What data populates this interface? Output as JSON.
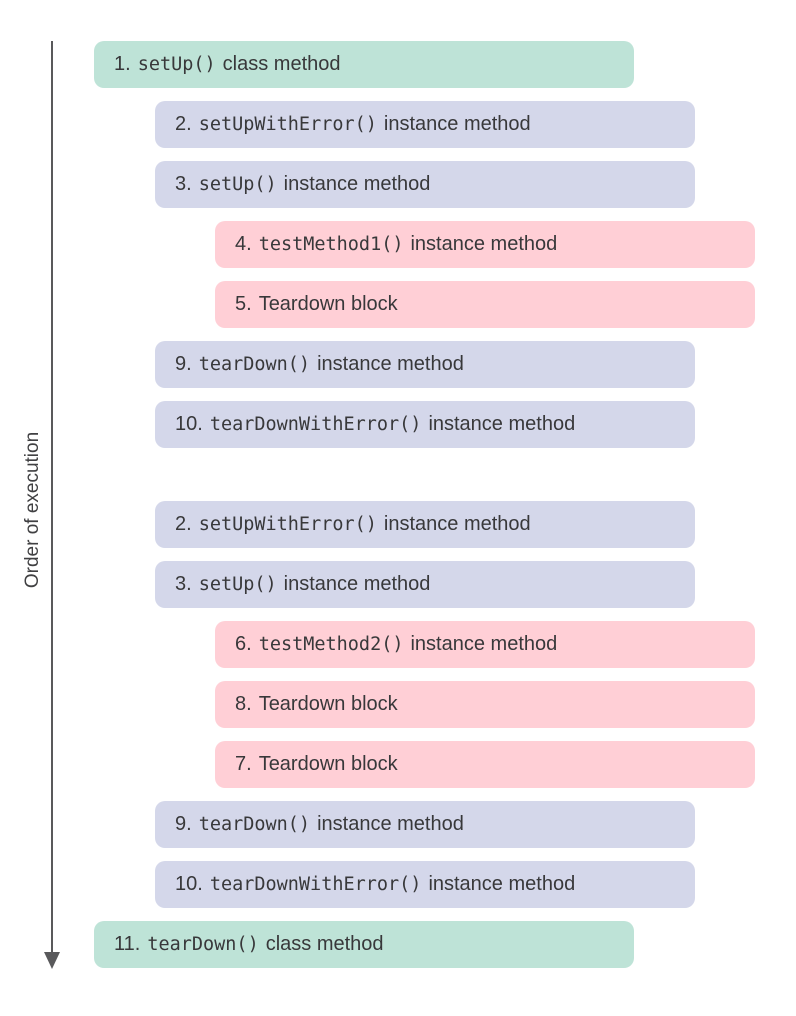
{
  "axis": {
    "label": "Order of execution"
  },
  "colors": {
    "green": "#bee3d7",
    "lavender": "#d4d7ea",
    "pink": "#ffcfd6",
    "text": "#38383a",
    "axis": "#59595b"
  },
  "groups": [
    {
      "rows": [
        {
          "num": "1.",
          "code": "setUp()",
          "text": "class method",
          "color": "green",
          "indent": 0
        },
        {
          "num": "2.",
          "code": "setUpWithError()",
          "text": "instance method",
          "color": "lavender",
          "indent": 1
        },
        {
          "num": "3.",
          "code": "setUp()",
          "text": "instance method",
          "color": "lavender",
          "indent": 1
        },
        {
          "num": "4.",
          "code": "testMethod1()",
          "text": "instance method",
          "color": "pink",
          "indent": 2
        },
        {
          "num": "5.",
          "code": "",
          "text": "Teardown block",
          "color": "pink",
          "indent": 2
        },
        {
          "num": "9.",
          "code": "tearDown()",
          "text": "instance method",
          "color": "lavender",
          "indent": 1
        },
        {
          "num": "10.",
          "code": "tearDownWithError()",
          "text": "instance method",
          "color": "lavender",
          "indent": 1
        }
      ]
    },
    {
      "rows": [
        {
          "num": "2.",
          "code": "setUpWithError()",
          "text": "instance method",
          "color": "lavender",
          "indent": 1
        },
        {
          "num": "3.",
          "code": "setUp()",
          "text": "instance method",
          "color": "lavender",
          "indent": 1
        },
        {
          "num": "6.",
          "code": "testMethod2()",
          "text": "instance method",
          "color": "pink",
          "indent": 2
        },
        {
          "num": "8.",
          "code": "",
          "text": "Teardown block",
          "color": "pink",
          "indent": 2
        },
        {
          "num": "7.",
          "code": "",
          "text": "Teardown block",
          "color": "pink",
          "indent": 2
        },
        {
          "num": "9.",
          "code": "tearDown()",
          "text": "instance method",
          "color": "lavender",
          "indent": 1
        },
        {
          "num": "10.",
          "code": "tearDownWithError()",
          "text": "instance method",
          "color": "lavender",
          "indent": 1
        },
        {
          "num": "11.",
          "code": "tearDown()",
          "text": "class method",
          "color": "green",
          "indent": 0
        }
      ]
    }
  ]
}
